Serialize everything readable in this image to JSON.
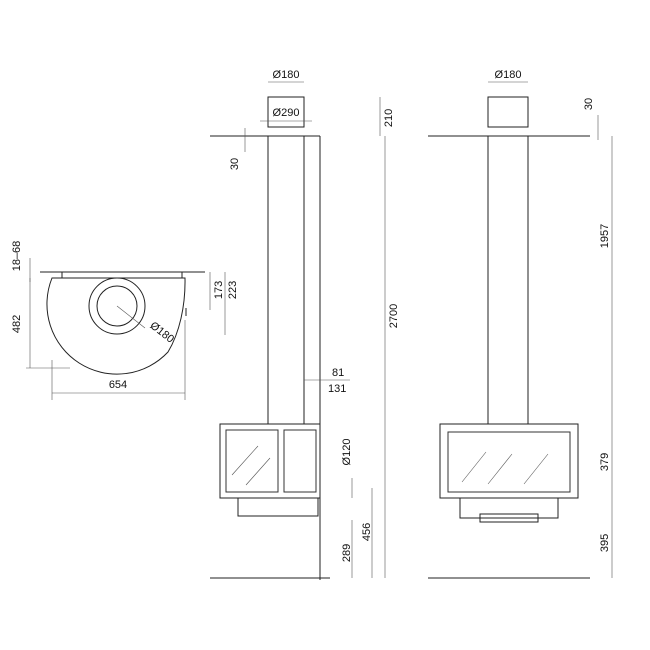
{
  "plan_view": {
    "dims": {
      "d_18_68": "18–68",
      "d_482": "482",
      "d_654": "654",
      "d_173": "173",
      "d_223": "223",
      "d_dia180": "Ø180"
    }
  },
  "side_view": {
    "dims": {
      "d_dia180": "Ø180",
      "d_dia290": "Ø290",
      "d_210": "210",
      "d_30": "30",
      "d_2700": "2700",
      "d_81": "81",
      "d_131": "131",
      "d_dia120": "Ø120",
      "d_456": "456",
      "d_289": "289"
    }
  },
  "front_view": {
    "dims": {
      "d_dia180": "Ø180",
      "d_30": "30",
      "d_1957": "1957",
      "d_379": "379",
      "d_395": "395"
    }
  }
}
